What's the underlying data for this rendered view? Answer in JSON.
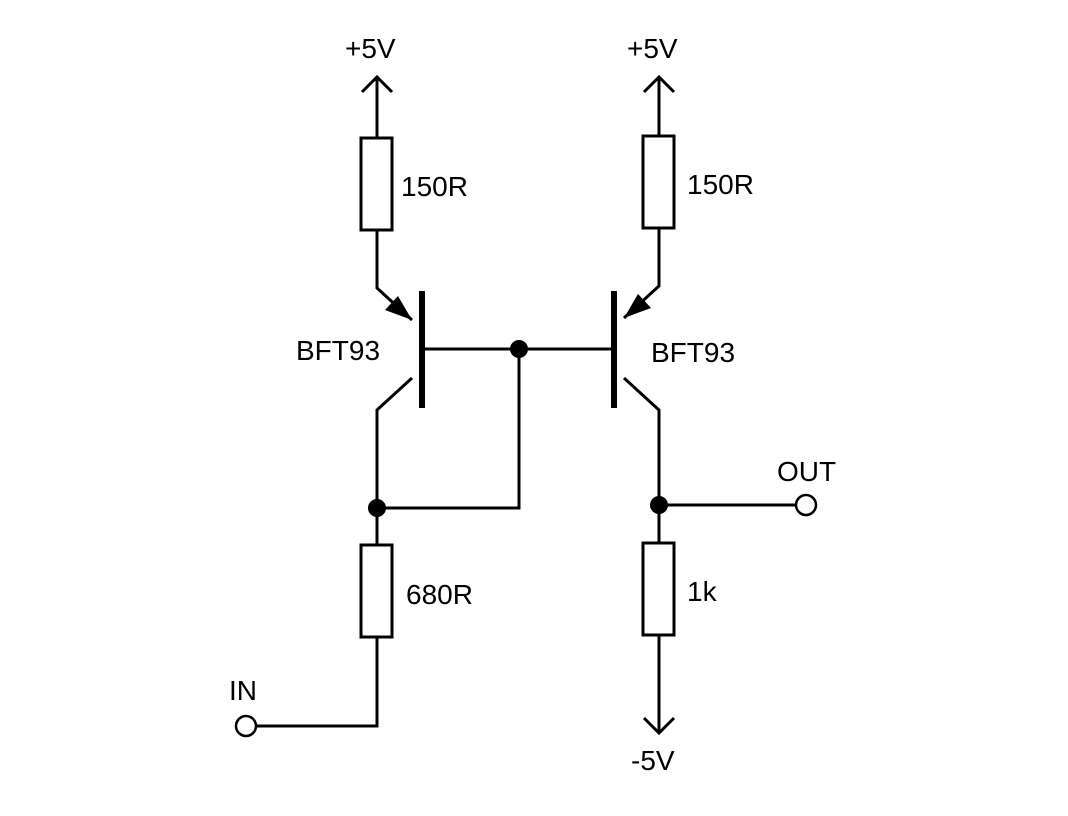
{
  "labels": {
    "left_supply": "+5V",
    "right_supply": "+5V",
    "left_emitter_resistor": "150R",
    "right_emitter_resistor": "150R",
    "left_transistor": "BFT93",
    "right_transistor": "BFT93",
    "input_resistor": "680R",
    "load_resistor": "1k",
    "input": "IN",
    "output": "OUT",
    "negative_supply": "-5V"
  }
}
